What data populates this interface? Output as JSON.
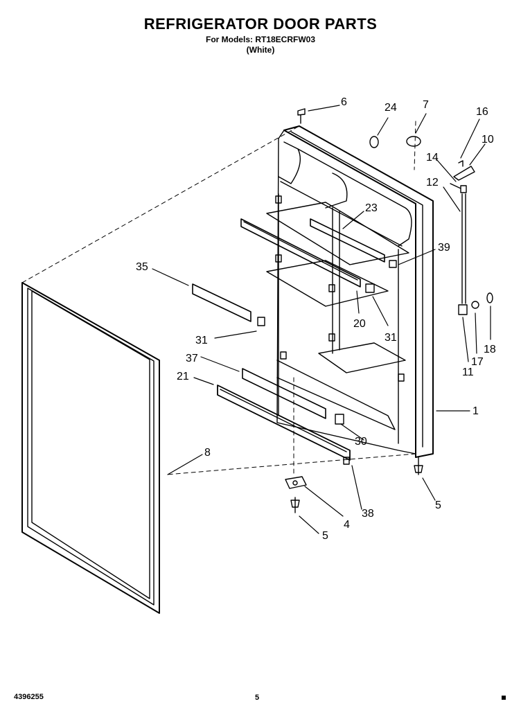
{
  "header": {
    "title": "REFRIGERATOR DOOR PARTS",
    "models_line": "For Models: RT18ECRFW03",
    "color_line": "(White)"
  },
  "footer": {
    "doc_number": "4396255",
    "page_number": "5"
  },
  "callouts": {
    "p1": "1",
    "p4": "4",
    "p5a": "5",
    "p5b": "5",
    "p6": "6",
    "p7": "7",
    "p8": "8",
    "p10": "10",
    "p11": "11",
    "p12": "12",
    "p14": "14",
    "p16": "16",
    "p17": "17",
    "p18": "18",
    "p20": "20",
    "p21": "21",
    "p23": "23",
    "p24": "24",
    "p30": "30",
    "p31a": "31",
    "p31b": "31",
    "p35": "35",
    "p37": "37",
    "p38": "38",
    "p39": "39"
  }
}
